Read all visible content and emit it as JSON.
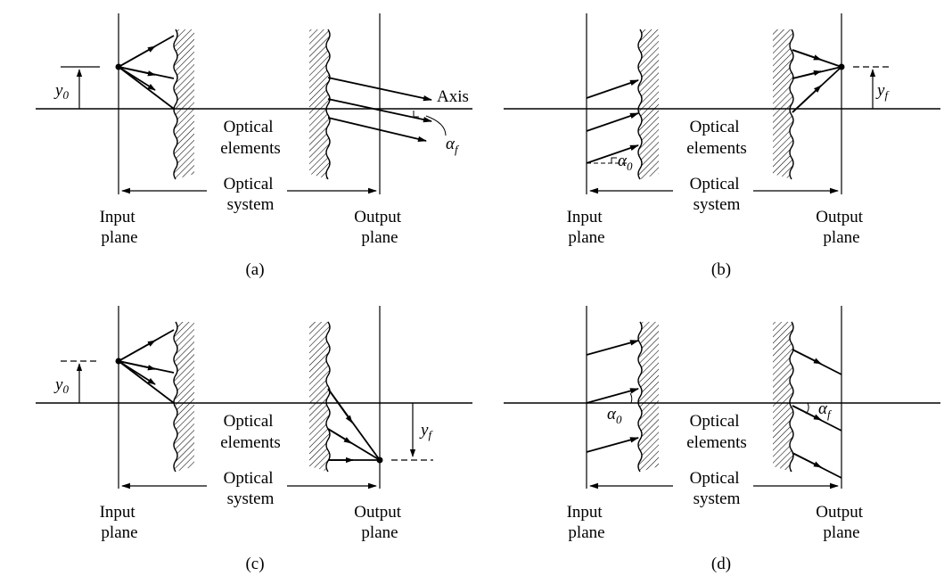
{
  "labels": {
    "optical_elements_line1": "Optical",
    "optical_elements_line2": "elements",
    "optical_system_line1": "Optical",
    "optical_system_line2": "system",
    "input_plane_line1": "Input",
    "input_plane_line2": "plane",
    "output_plane_line1": "Output",
    "output_plane_line2": "plane",
    "axis": "Axis"
  },
  "symbols": {
    "y": "y",
    "y_sub_0": "0",
    "y_sub_f": "f",
    "alpha": "α",
    "alpha_sub_0": "0",
    "alpha_sub_f": "f"
  },
  "panels": [
    {
      "id": "a",
      "caption": "(a)"
    },
    {
      "id": "b",
      "caption": "(b)"
    },
    {
      "id": "c",
      "caption": "(c)"
    },
    {
      "id": "d",
      "caption": "(d)"
    }
  ]
}
